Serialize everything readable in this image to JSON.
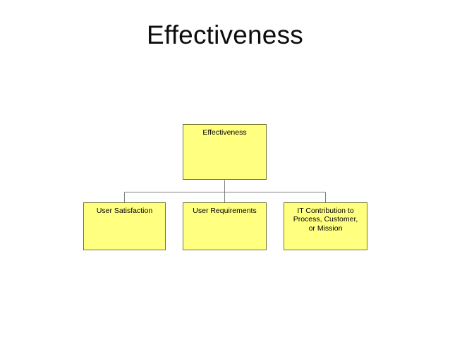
{
  "slide": {
    "title": "Effectiveness",
    "background_color": "#ffffff"
  },
  "theme": {
    "node_fill": "#ffff80",
    "node_border": "#76762c",
    "node_text": "#000000",
    "connector_color": "#808080",
    "title_text": "#0d0d0d"
  },
  "chart_data": {
    "type": "diagram",
    "diagram_type": "organization-hierarchy-tree",
    "orientation": "top-down",
    "title": "Effectiveness",
    "root": {
      "id": "effectiveness",
      "label": "Effectiveness"
    },
    "children": [
      {
        "id": "user-satisfaction",
        "label": "User Satisfaction",
        "lines": [
          "User Satisfaction"
        ]
      },
      {
        "id": "user-requirements",
        "label": "User Requirements",
        "lines": [
          "User Requirements"
        ]
      },
      {
        "id": "it-contribution",
        "label": "IT Contribution to\nProcess, Customer,\nor Mission",
        "lines": [
          "IT Contribution to",
          "Process, Customer,",
          "or Mission"
        ]
      }
    ],
    "connectors": [
      {
        "from": "effectiveness",
        "to": "user-satisfaction",
        "style": "elbow"
      },
      {
        "from": "effectiveness",
        "to": "user-requirements",
        "style": "straight"
      },
      {
        "from": "effectiveness",
        "to": "it-contribution",
        "style": "elbow"
      }
    ]
  }
}
